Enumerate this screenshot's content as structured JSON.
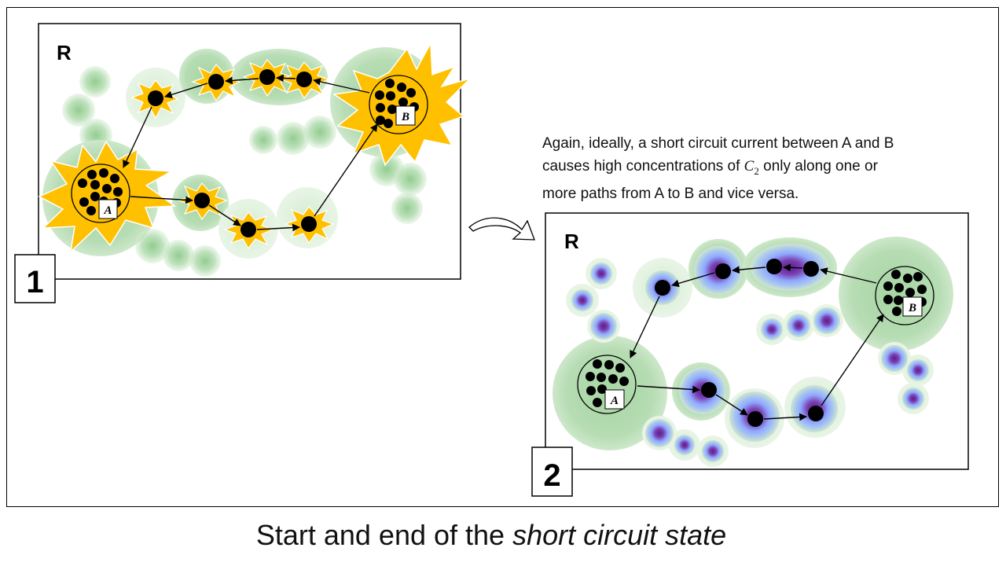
{
  "panels": [
    {
      "step": "1",
      "region_label": "R",
      "node_a_label": "A",
      "node_b_label": "B"
    },
    {
      "step": "2",
      "region_label": "R",
      "node_a_label": "A",
      "node_b_label": "B"
    }
  ],
  "note": {
    "line1": "Again, ideally, a short circuit current between A and B",
    "line2_before": "causes high concentrations of ",
    "math_symbol": "C",
    "math_subscript": "2",
    "line2_after": " only along one or",
    "line3": "more paths from A to B and vice versa."
  },
  "caption": {
    "plain": "Start and end of the",
    "emphasis": "short circuit state"
  },
  "colors": {
    "green_glow": "#8cc98a",
    "yellow_burst": "#ffc000",
    "purple_core": "#7030a0",
    "blue_halo": "#8fa8ff"
  }
}
